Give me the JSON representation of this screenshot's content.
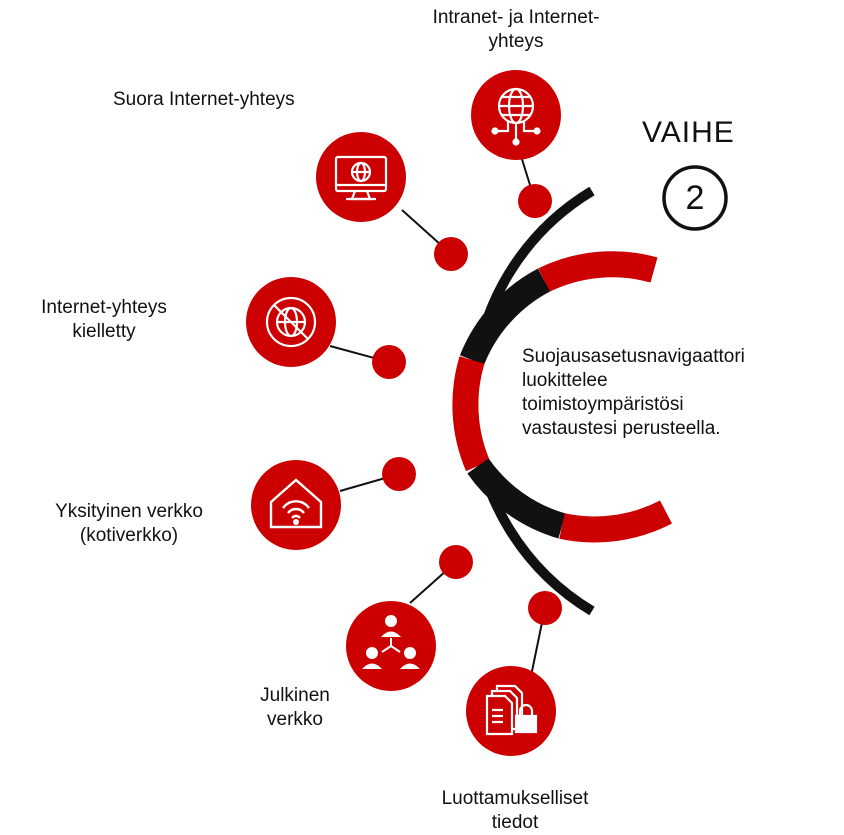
{
  "phase": {
    "title": "VAIHE",
    "number": "2"
  },
  "description": [
    "Suojausasetusnavigaattori",
    "luokittelee",
    "toimistoympäristösi",
    "vastaustesi perusteella."
  ],
  "nodes": [
    {
      "id": "intranet",
      "lines": [
        "Intranet- ja Internet-",
        "yhteys"
      ],
      "icon": "network-globe-icon"
    },
    {
      "id": "direct",
      "lines": [
        "Suora Internet-yhteys"
      ],
      "icon": "monitor-globe-icon"
    },
    {
      "id": "forbidden",
      "lines": [
        "Internet-yhteys",
        "kielletty"
      ],
      "icon": "no-globe-icon"
    },
    {
      "id": "private",
      "lines": [
        "Yksityinen verkko",
        "(kotiverkko)"
      ],
      "icon": "home-wifi-icon"
    },
    {
      "id": "public",
      "lines": [
        "Julkinen",
        "verkko"
      ],
      "icon": "people-network-icon"
    },
    {
      "id": "confidential",
      "lines": [
        "Luottamukselliset",
        "tiedot"
      ],
      "icon": "locked-documents-icon"
    }
  ],
  "colors": {
    "red": "#cc0000",
    "black": "#111111",
    "white": "#ffffff"
  }
}
